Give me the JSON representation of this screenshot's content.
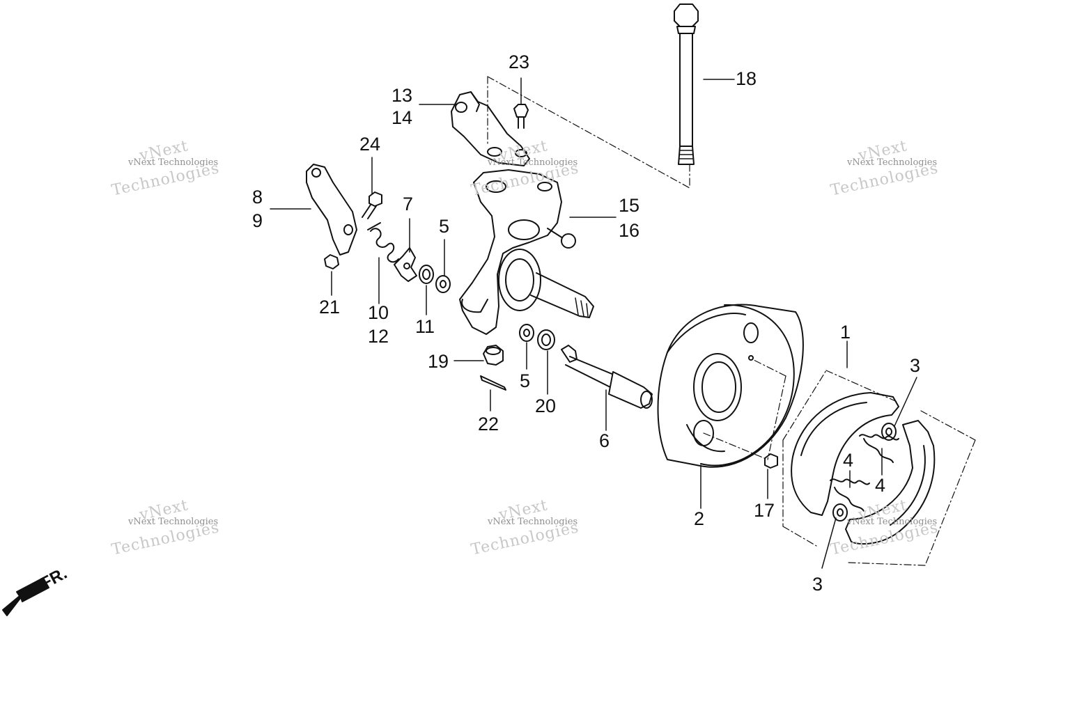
{
  "diagram": {
    "callouts": {
      "c1": "1",
      "c2": "2",
      "c3a": "3",
      "c3b": "3",
      "c4a": "4",
      "c4b": "4",
      "c5a": "5",
      "c5b": "5",
      "c6": "6",
      "c7": "7",
      "c8": "8",
      "c9": "9",
      "c10": "10",
      "c11": "11",
      "c12": "12",
      "c13": "13",
      "c14": "14",
      "c15": "15",
      "c16": "16",
      "c17": "17",
      "c18": "18",
      "c19": "19",
      "c20": "20",
      "c21": "21",
      "c22": "22",
      "c23": "23",
      "c24": "24"
    },
    "front_indicator": "FR.",
    "watermark": {
      "line1": "vNext",
      "line2": "vNext Technologies",
      "line3": "Technologies"
    }
  }
}
